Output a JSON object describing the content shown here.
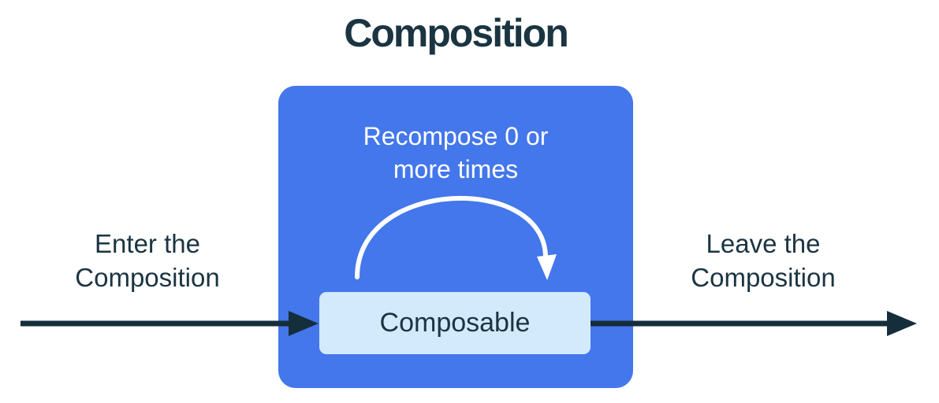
{
  "title": "Composition",
  "colors": {
    "blue": "#4377EB",
    "light-blue": "#D3E9FC",
    "navy-text": "#1B3442",
    "navy-arrow": "#152E3C",
    "white": "#FFFFFF"
  },
  "composition_box": {
    "recompose_label_line1": "Recompose 0 or",
    "recompose_label_line2": "more times",
    "composable_label": "Composable"
  },
  "labels": {
    "enter_line1": "Enter the",
    "enter_line2": "Composition",
    "leave_line1": "Leave the",
    "leave_line2": "Composition"
  },
  "icons": {
    "enter_arrow": "right-arrow-icon",
    "leave_arrow": "right-arrow-icon",
    "recompose_arc": "curved-arrow-icon"
  }
}
